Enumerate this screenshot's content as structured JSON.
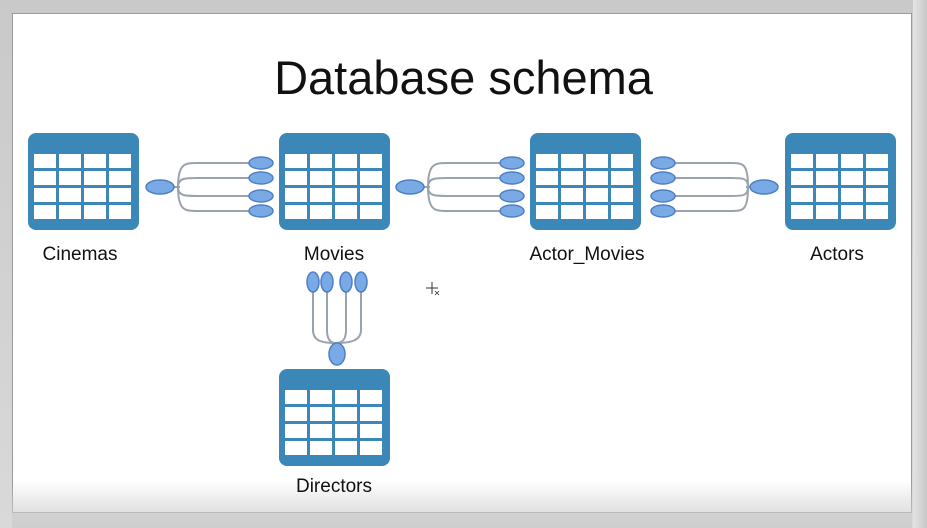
{
  "slide": {
    "title": "Database schema"
  },
  "tables": {
    "cinemas": "Cinemas",
    "movies": "Movies",
    "actor_movies": "Actor_Movies",
    "actors": "Actors",
    "directors": "Directors"
  },
  "colors": {
    "table_blue": "#3a87b8",
    "cell_white": "#ffffff",
    "connector_fill": "#7aaae6",
    "connector_stroke": "#4d7fc4",
    "line_gray": "#9aa3ad"
  },
  "icons": {
    "cursor": "crosshair-cursor-icon",
    "table": "table-grid-icon"
  }
}
